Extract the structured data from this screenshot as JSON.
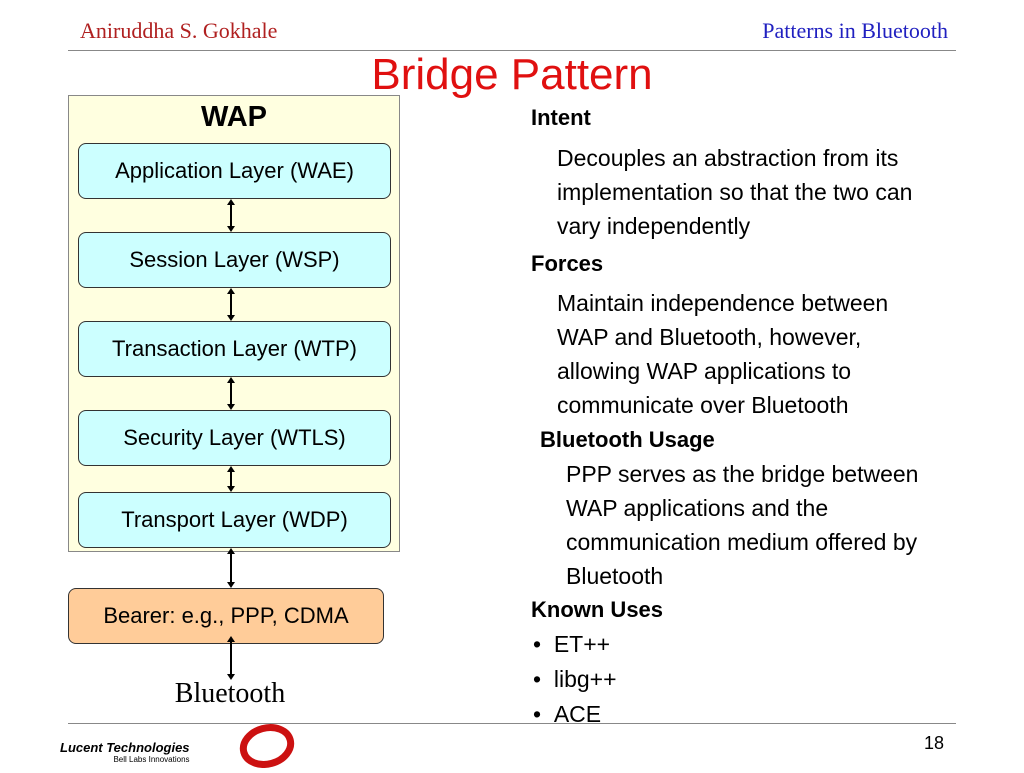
{
  "header": {
    "author": "Aniruddha S. Gokhale",
    "topic": "Patterns in Bluetooth"
  },
  "title": "Bridge Pattern",
  "diagram": {
    "stack_title": "WAP",
    "layers": [
      "Application Layer (WAE)",
      "Session Layer (WSP)",
      "Transaction Layer (WTP)",
      "Security Layer (WTLS)",
      "Transport Layer (WDP)"
    ],
    "bearer": "Bearer: e.g., PPP, CDMA",
    "bottom_label": "Bluetooth"
  },
  "content": {
    "intent_heading": "Intent",
    "intent_lines": [
      "Decouples an abstraction from its",
      "implementation so that the two can",
      "vary independently"
    ],
    "forces_heading": "Forces",
    "forces_lines": [
      "Maintain independence between",
      "WAP and Bluetooth, however,",
      "allowing WAP applications to",
      "communicate over Bluetooth"
    ],
    "usage_heading": "Bluetooth Usage",
    "usage_lines": [
      "PPP serves as the bridge between",
      "WAP applications and the",
      "communication medium offered by",
      "Bluetooth"
    ],
    "known_heading": "Known Uses",
    "known_uses": [
      "ET++",
      "libg++",
      "ACE"
    ]
  },
  "footer": {
    "page_number": "18",
    "logo_name": "Lucent Technologies",
    "logo_tagline": "Bell Labs Innovations"
  }
}
